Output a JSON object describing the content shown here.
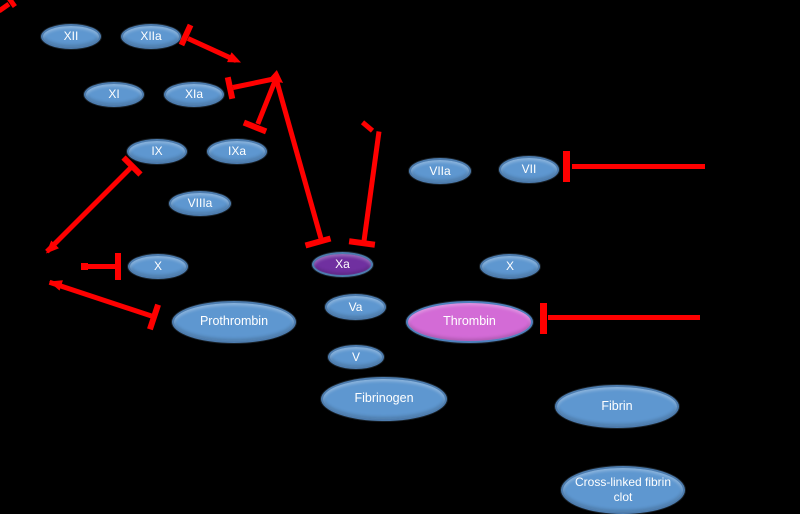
{
  "colors": {
    "background": "#000000",
    "node": "#5E97D0",
    "border": "#4D7CAE",
    "xa": "#7030A0",
    "thrombin": "#D36BD6",
    "red": "#FF0000",
    "text": "#FFFFFF"
  },
  "nodes": {
    "xii": {
      "label": "XII"
    },
    "xiia": {
      "label": "XIIa"
    },
    "xi": {
      "label": "XI"
    },
    "xia": {
      "label": "XIa"
    },
    "ix": {
      "label": "IX"
    },
    "ixa": {
      "label": "IXa"
    },
    "viiia": {
      "label": "VIIIa"
    },
    "x_left": {
      "label": "X"
    },
    "prothrombin": {
      "label": "Prothrombin"
    },
    "xa": {
      "label": "Xa"
    },
    "va": {
      "label": "Va"
    },
    "v": {
      "label": "V"
    },
    "fibrinogen": {
      "label": "Fibrinogen"
    },
    "viia": {
      "label": "VIIa"
    },
    "vii": {
      "label": "VII"
    },
    "x_right": {
      "label": "X"
    },
    "thrombin": {
      "label": "Thrombin"
    },
    "fibrin": {
      "label": "Fibrin"
    },
    "cross_linked": {
      "label": "Cross-linked fibrin clot"
    }
  },
  "inhibition_targets": [
    "XIIa",
    "XIa",
    "IXa",
    "Xa",
    "Xa",
    "IX",
    "X",
    "Prothrombin",
    "VII",
    "Thrombin"
  ]
}
